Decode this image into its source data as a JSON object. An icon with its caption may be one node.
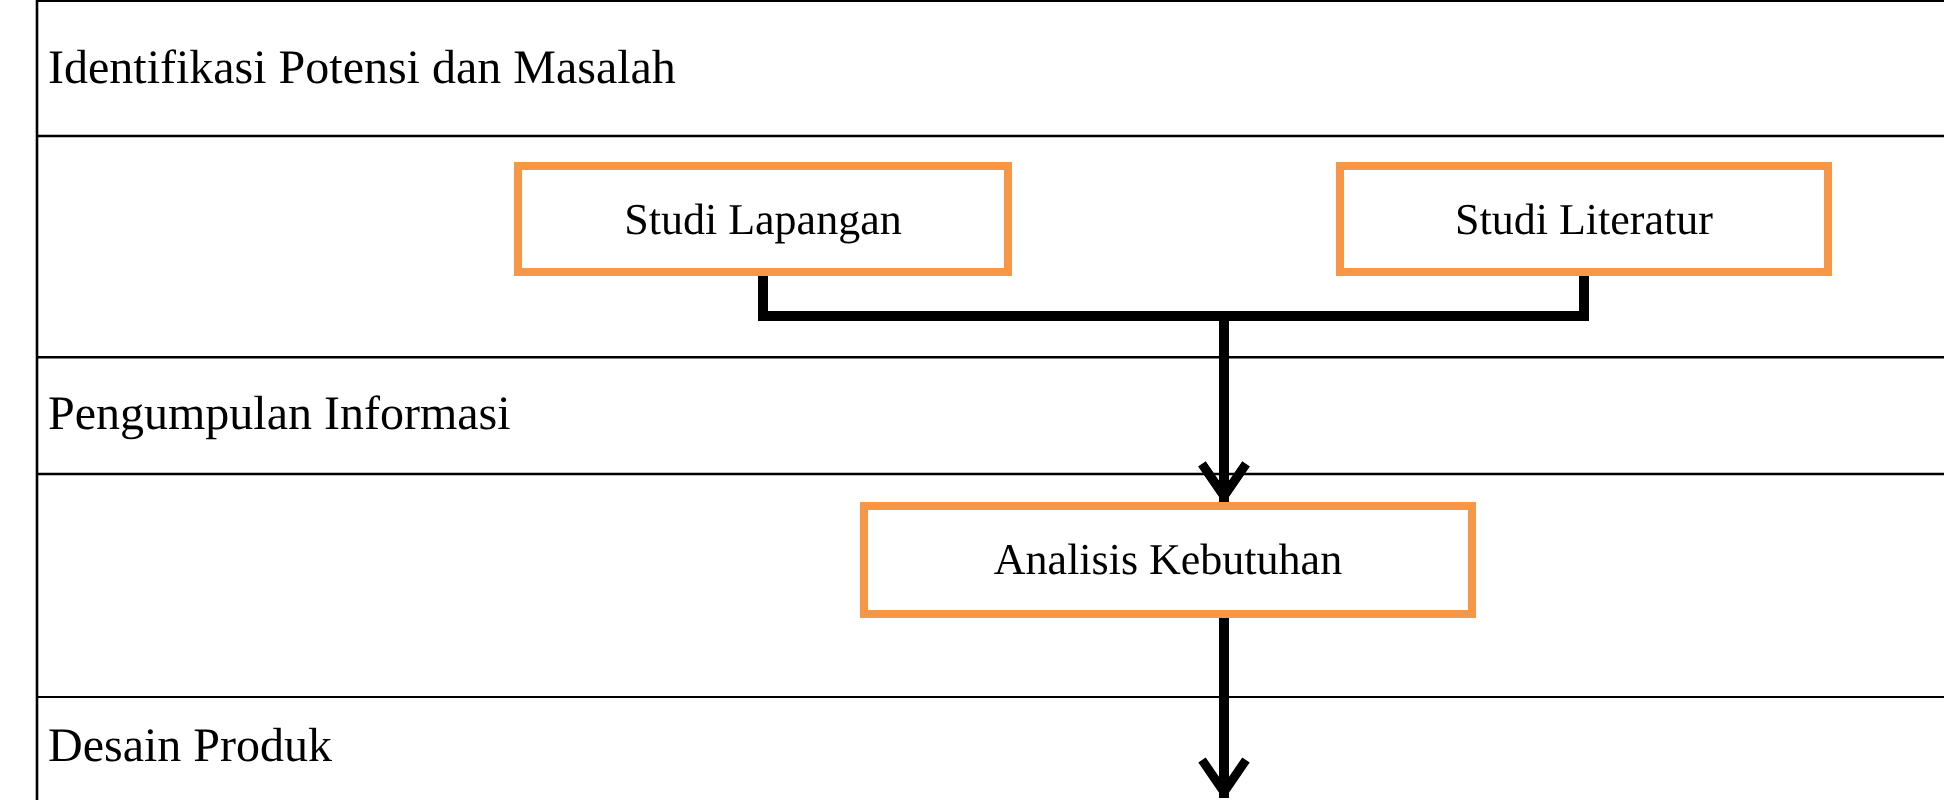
{
  "diagram": {
    "nodes": [
      {
        "text": [
          "Identifikasi Potensi dan Masalah"
        ]
      },
      {
        "text": [
          "Studi Lapangan"
        ]
      },
      {
        "text": [
          "Studi Literatur"
        ]
      },
      {
        "text": [
          "Pengumpulan Informasi"
        ]
      },
      {
        "text": [
          "Analisis Kebutuhan"
        ]
      },
      {
        "text": [
          "Desain Produk"
        ]
      }
    ],
    "edges": [
      {
        "from": 1,
        "to": 4,
        "arrow": "to"
      },
      {
        "from": 2,
        "to": 4,
        "arrow": "to"
      },
      {
        "from": 4,
        "to": 5,
        "arrow": "to"
      }
    ]
  }
}
